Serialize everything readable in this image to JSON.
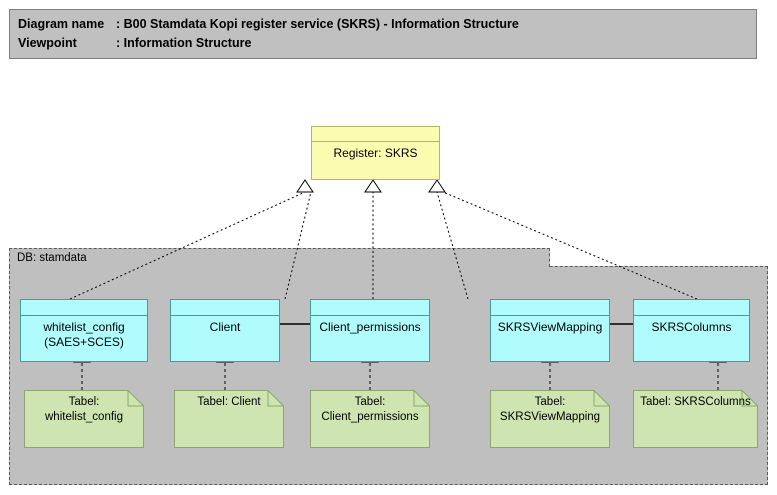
{
  "title": {
    "name_label": "Diagram name",
    "name_sep": ": ",
    "name_value": "B00 Stamdata Kopi register service (SKRS) - Information Structure",
    "viewpoint_label": "Viewpoint",
    "viewpoint_sep": ": ",
    "viewpoint_value": "Information Structure"
  },
  "group": {
    "label": "DB: stamdata"
  },
  "register": {
    "label": "Register: SKRS"
  },
  "nodes": [
    {
      "label": "whitelist_config\n(SAES+SCES)"
    },
    {
      "label": "Client"
    },
    {
      "label": "Client_permissions"
    },
    {
      "label": "SKRSViewMapping"
    },
    {
      "label": "SKRSColumns"
    }
  ],
  "notes": [
    {
      "label": "Tabel:\nwhitelist_config"
    },
    {
      "label": "Tabel: Client"
    },
    {
      "label": "Tabel:\nClient_permissions"
    },
    {
      "label": "Tabel:\nSKRSViewMapping"
    },
    {
      "label": "Tabel: SKRSColumns"
    }
  ],
  "colors": {
    "title_bg": "#c0c0c0",
    "group_bg": "#bfbfbf",
    "node_fill": "#b0fbfb",
    "node_border": "#3f9e9e",
    "register_fill": "#fcfcb0",
    "register_border": "#b5b566",
    "note_fill": "#cee5b2",
    "note_border": "#8aa86b",
    "connector": "#000000"
  }
}
